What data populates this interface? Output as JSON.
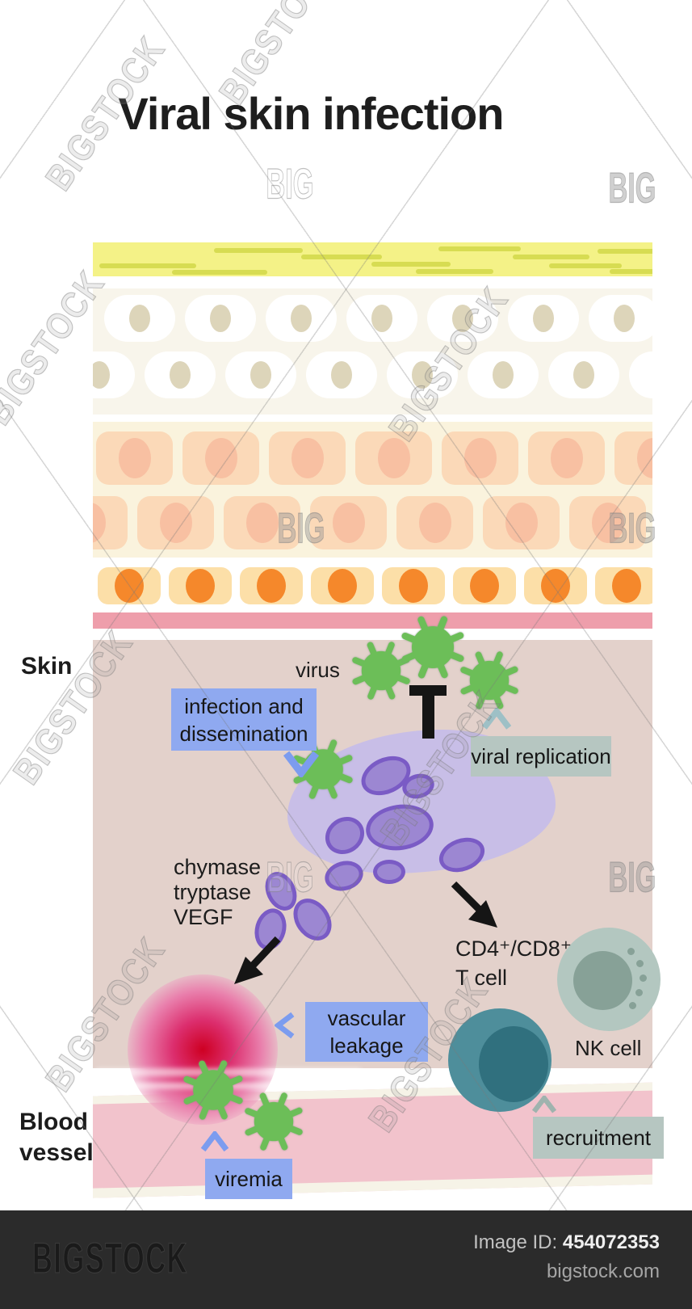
{
  "title": "Viral skin infection",
  "watermark": {
    "brand": "BIGSTOCK",
    "short": "BIG"
  },
  "labels": {
    "skin": "Skin",
    "blood_vessel_1": "Blood",
    "blood_vessel_2": "vessel",
    "virus": "virus",
    "t_cell_1": "CD4⁺/CD8⁺",
    "t_cell_2": "T cell",
    "nk_cell": "NK cell"
  },
  "mediators": [
    "chymase",
    "tryptase",
    "VEGF"
  ],
  "callouts": {
    "infection": "infection and dissemination",
    "viral_replication": "viral replication",
    "vascular_leakage": "vascular leakage",
    "viremia": "viremia",
    "recruitment": "recruitment"
  },
  "footer": {
    "logo": "BIGSTOCK",
    "image_id_label": "Image ID:",
    "image_id": "454072353",
    "site": "bigstock.com"
  },
  "colors": {
    "epidermis_yellow": "#F4F287",
    "corneum_dash": "#D7DC52",
    "membrane_pink": "#EE9EAB",
    "dermis": "#E3D1CB",
    "vessel_pink": "#F2C3CC",
    "callout_blue": "#8FA9F0",
    "callout_gray": "#B6C6C1",
    "virus_green": "#6CBE58",
    "footer_bg": "#2B2B2B"
  }
}
